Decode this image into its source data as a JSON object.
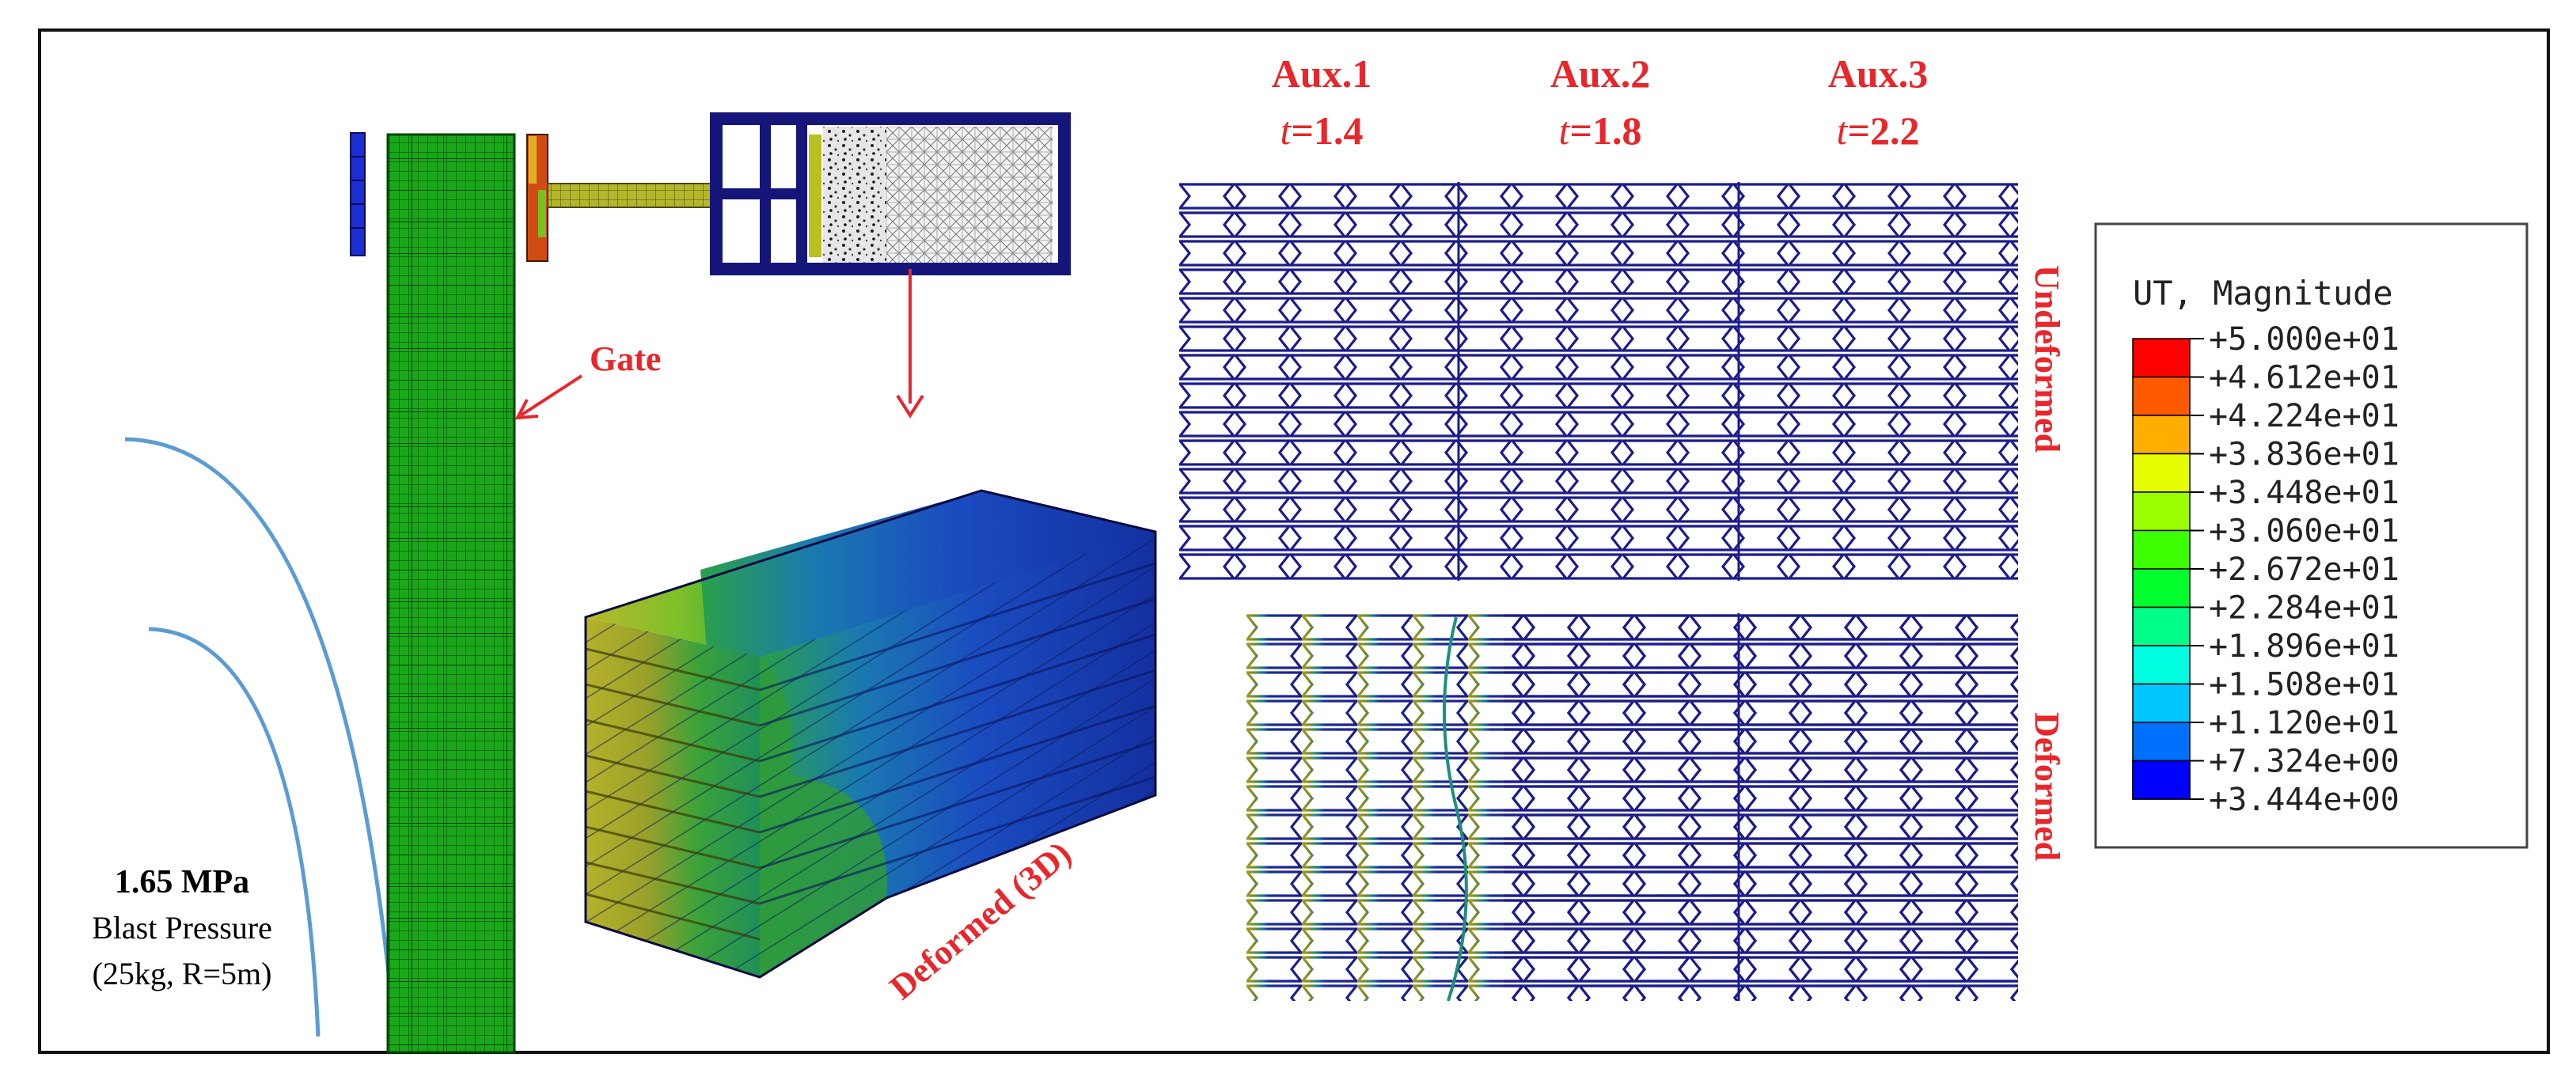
{
  "figure": {
    "gate_label": "Gate",
    "blast": {
      "pressure": "1.65 MPa",
      "label": "Blast Pressure",
      "condition": "(25kg, R=5m)"
    },
    "deformed_3d_label": "Deformed (3D)",
    "columns": [
      {
        "name": "Aux.1",
        "t_symbol": "t",
        "t_value": "=1.4"
      },
      {
        "name": "Aux.2",
        "t_symbol": "t",
        "t_value": "=1.8"
      },
      {
        "name": "Aux.3",
        "t_symbol": "t",
        "t_value": "=2.2"
      }
    ],
    "row_labels": {
      "undeformed": "Undeformed",
      "deformed": "Deformed"
    }
  },
  "legend": {
    "title": "UT, Magnitude",
    "entries": [
      {
        "value": "+5.000e+01",
        "color": "#ff0000"
      },
      {
        "value": "+4.612e+01",
        "color": "#ff5a00"
      },
      {
        "value": "+4.224e+01",
        "color": "#ffad00"
      },
      {
        "value": "+3.836e+01",
        "color": "#e6ff00"
      },
      {
        "value": "+3.448e+01",
        "color": "#9cff00"
      },
      {
        "value": "+3.060e+01",
        "color": "#3cff00"
      },
      {
        "value": "+2.672e+01",
        "color": "#00ff2c"
      },
      {
        "value": "+2.284e+01",
        "color": "#00ff8a"
      },
      {
        "value": "+1.896e+01",
        "color": "#00ffe1"
      },
      {
        "value": "+1.508e+01",
        "color": "#00c8ff"
      },
      {
        "value": "+1.120e+01",
        "color": "#0070ff"
      },
      {
        "value": "+7.324e+00",
        "color": "#0018ff"
      },
      {
        "value": "+3.444e+00",
        "color": "#0000ff"
      }
    ]
  },
  "colors": {
    "gate_green": "#1aa81a",
    "label_red": "#e8262b",
    "blast_line": "#5b9bd5",
    "cell_navy": "#1c1c8c",
    "frame_navy": "#15157a",
    "rod_olive": "#aab02a"
  }
}
